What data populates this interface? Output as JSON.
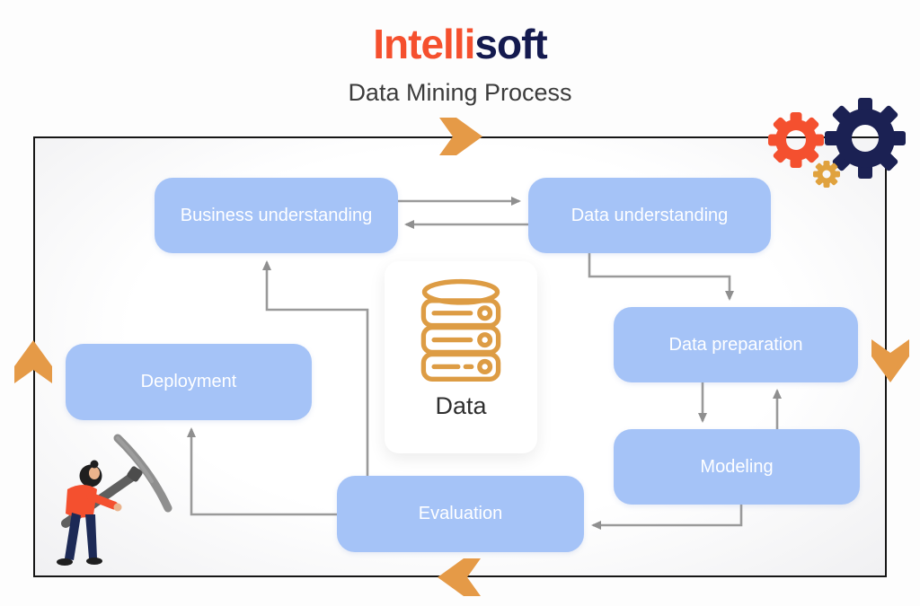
{
  "header": {
    "brand": {
      "part1": "Intelli",
      "part2": "soft"
    },
    "title": "Data Mining Process"
  },
  "diagram": {
    "nodes": [
      {
        "label": "Business understanding"
      },
      {
        "label": "Data understanding"
      },
      {
        "label": "Data preparation"
      },
      {
        "label": "Modeling"
      },
      {
        "label": "Evaluation"
      },
      {
        "label": "Deployment"
      }
    ],
    "center_card": {
      "label": "Data",
      "icon": "database-icon"
    },
    "edges": [
      {
        "from": "Business understanding",
        "to": "Data understanding"
      },
      {
        "from": "Data understanding",
        "to": "Business understanding"
      },
      {
        "from": "Data understanding",
        "to": "Data preparation"
      },
      {
        "from": "Data preparation",
        "to": "Modeling"
      },
      {
        "from": "Modeling",
        "to": "Data preparation"
      },
      {
        "from": "Modeling",
        "to": "Evaluation"
      },
      {
        "from": "Evaluation",
        "to": "Business understanding"
      },
      {
        "from": "Evaluation",
        "to": "Deployment"
      }
    ],
    "flow_arrows": [
      "top-pointing-right",
      "right-pointing-down",
      "bottom-pointing-left",
      "left-pointing-up"
    ],
    "icons": {
      "gears": "gears-icon",
      "miner": "miner-with-pickaxe-icon",
      "database": "database-icon",
      "flow_chevron": "chevron-arrow-icon"
    }
  },
  "colors": {
    "brand_red": "#F5502E",
    "brand_navy": "#141A4F",
    "node_fill": "#A5C3F7",
    "node_text": "#FFFFFF",
    "connector_gray": "#999999",
    "accent_orange": "#E59A47",
    "database_icon_orange": "#DD9C44",
    "gear_navy": "#1B2153",
    "gear_red": "#F4502F",
    "gear_gold": "#E0A23E",
    "frame_border": "#161616"
  }
}
